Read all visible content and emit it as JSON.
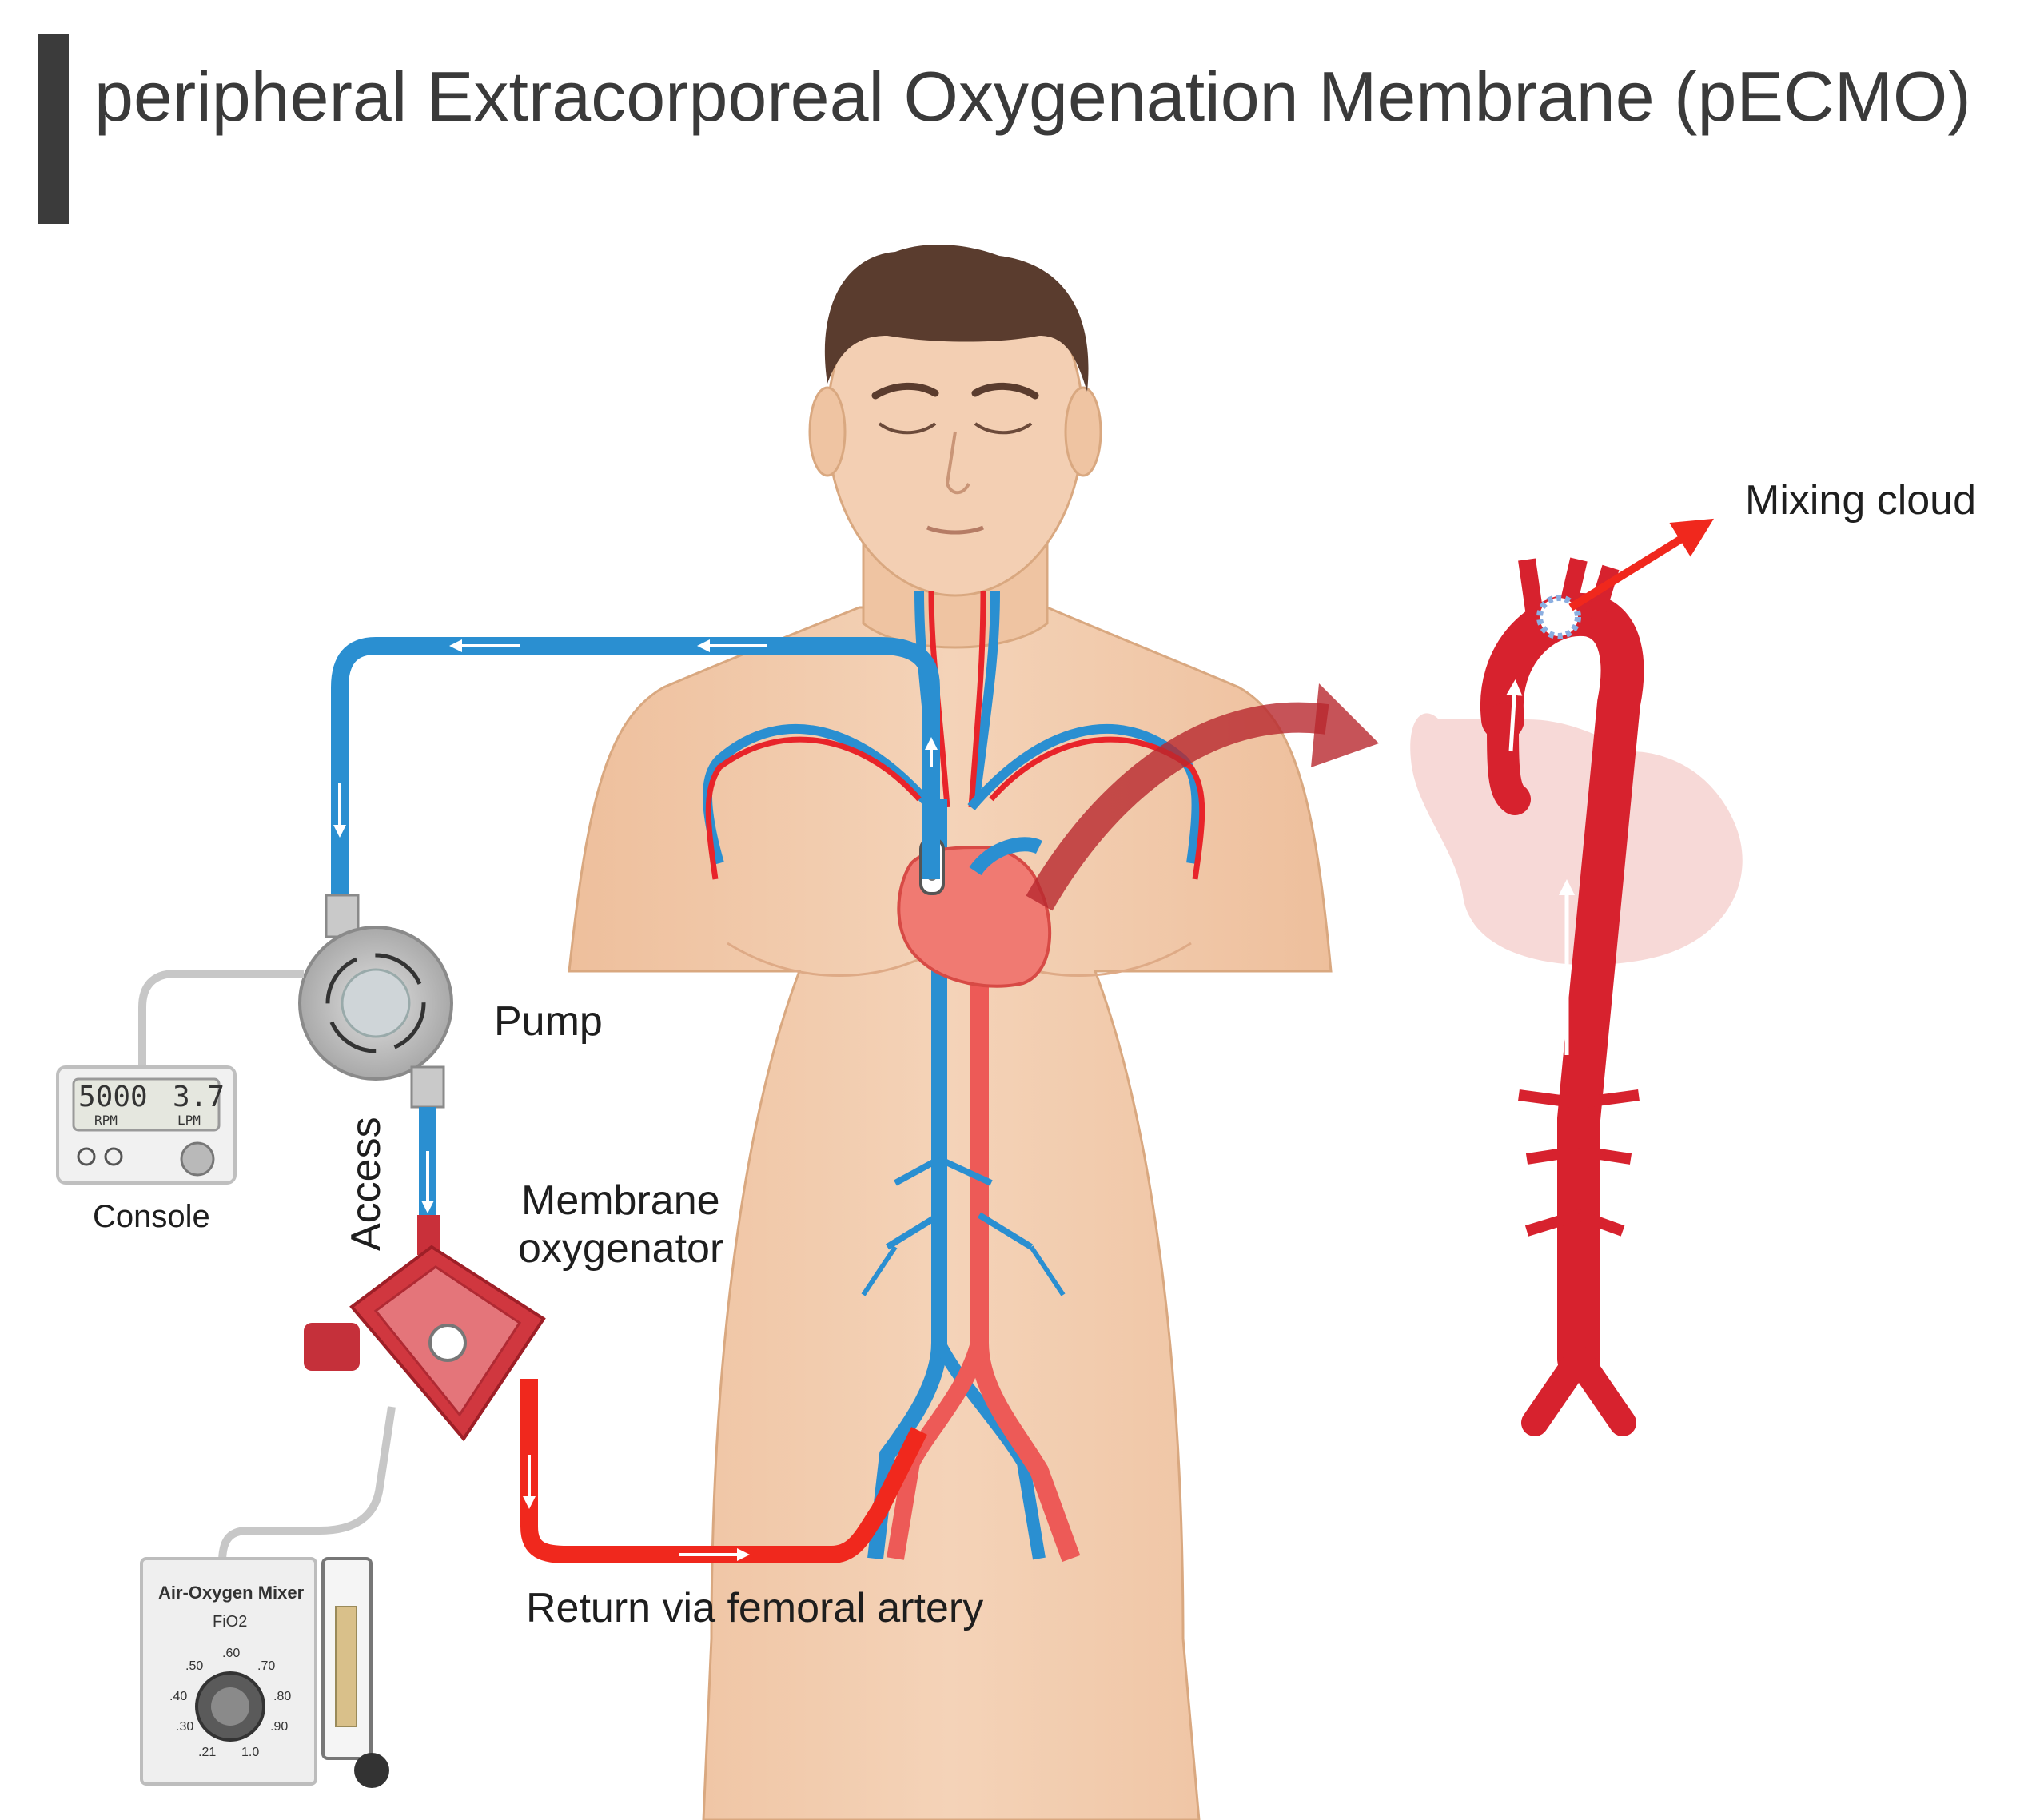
{
  "title": "peripheral Extracorporeal Oxygenation Membrane (pECMO)",
  "labels": {
    "mixing_cloud": "Mixing cloud",
    "pump": "Pump",
    "access": "Access",
    "membrane_line1": "Membrane",
    "membrane_line2": "oxygenator",
    "console": "Console",
    "return": "Return via femoral artery"
  },
  "console_display": {
    "rpm_value": "5000",
    "rpm_unit": "RPM",
    "lpm_value": "3.7",
    "lpm_unit": "LPM"
  },
  "mixer": {
    "title": "Air-Oxygen Mixer",
    "subtitle": "FiO2",
    "dial_marks": [
      ".21",
      ".30",
      ".40",
      ".50",
      ".60",
      ".70",
      ".80",
      ".90",
      "1.0"
    ]
  },
  "colors": {
    "venous": "#2a8fd1",
    "arterial": "#e8242a",
    "skin": "#f2cfb1",
    "hair": "#5a3c2e",
    "aorta": "#d7222e"
  },
  "icons": [
    "power-icon",
    "lock-icon",
    "knob-icon",
    "pump-rotation-icon",
    "flowmeter-icon"
  ]
}
